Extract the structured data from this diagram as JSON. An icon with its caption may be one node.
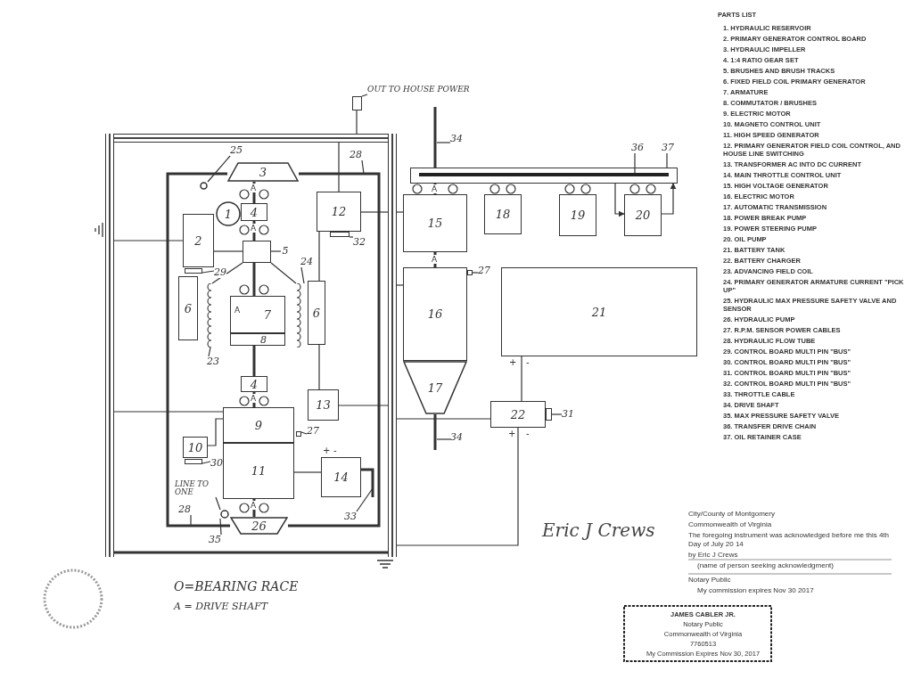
{
  "diagram": {
    "nodes": [
      {
        "text": [
          "3"
        ]
      },
      {
        "text": [
          "1"
        ]
      },
      {
        "text": [
          "4"
        ]
      },
      {
        "text": [
          "2"
        ]
      },
      {
        "text": [],
        "shape": "box"
      },
      {
        "text": [
          "6"
        ]
      },
      {
        "text": [
          "7"
        ]
      },
      {
        "text": [
          "8"
        ]
      },
      {
        "text": [
          "6"
        ]
      },
      {
        "text": [
          "12"
        ]
      },
      {
        "text": [
          "4"
        ]
      },
      {
        "text": [
          "9"
        ]
      },
      {
        "text": [
          "11"
        ]
      },
      {
        "text": [
          "10"
        ]
      },
      {
        "text": [
          "13"
        ]
      },
      {
        "text": [
          "14"
        ],
        "beside": [
          "+",
          "-"
        ]
      },
      {
        "text": [
          "26"
        ]
      },
      {
        "text": [
          "15"
        ]
      },
      {
        "text": [
          "16"
        ]
      },
      {
        "text": [
          "17"
        ]
      },
      {
        "text": [
          "18"
        ]
      },
      {
        "text": [
          "19"
        ]
      },
      {
        "text": [
          "20"
        ]
      },
      {
        "text": [
          "21"
        ],
        "beside": [
          "+",
          "-"
        ]
      },
      {
        "text": [
          "22"
        ],
        "beside": [
          "+",
          "-"
        ]
      },
      {
        "text": [],
        "shape": "box"
      },
      {
        "text": [
          "25"
        ]
      },
      {
        "text": [
          "5"
        ]
      },
      {
        "text": [
          "24"
        ]
      },
      {
        "text": [
          "23"
        ]
      },
      {
        "text": [
          "29"
        ]
      },
      {
        "text": [
          "32"
        ]
      },
      {
        "text": [
          "27"
        ]
      },
      {
        "text": [
          "27"
        ]
      },
      {
        "text": [
          "30"
        ]
      },
      {
        "text": [
          "31"
        ]
      },
      {
        "text": [
          "33"
        ]
      },
      {
        "text": [
          "34"
        ]
      },
      {
        "text": [
          "34"
        ]
      },
      {
        "text": [
          "36"
        ]
      },
      {
        "text": [
          "37"
        ]
      },
      {
        "text": [
          "28"
        ]
      },
      {
        "text": [
          "28"
        ]
      },
      {
        "text": [
          "35"
        ]
      },
      {
        "text": [
          "LINE TO ONE"
        ]
      },
      {
        "text": [
          "OUT TO HOUSE POWER"
        ]
      },
      {
        "text": [],
        "shape": "coil"
      },
      {
        "text": [],
        "shape": "coil"
      },
      {
        "text": [],
        "shape": "bar"
      },
      {
        "text": [],
        "shape": "bar"
      },
      {
        "text": [],
        "shape": "bar"
      },
      {
        "text": [],
        "shape": "box"
      },
      {
        "text": [],
        "shape": "box"
      },
      {
        "text": [],
        "shape": "box"
      },
      {
        "text": [],
        "shape": "box"
      },
      {
        "text": [],
        "shape": "box"
      },
      {
        "text": [],
        "shape": "box"
      },
      {
        "text": [],
        "shape": "box"
      },
      {
        "text": [],
        "shape": "circle"
      },
      {
        "text": [],
        "shape": "circle"
      },
      {
        "text": [],
        "shape": "bar",
        "in": 25
      }
    ],
    "edges": [
      {
        "from": 26,
        "to": 58,
        "arrow": "none"
      },
      {
        "from": 27,
        "to": 4,
        "arrow": "none"
      },
      {
        "from": 28,
        "to": 47,
        "arrow": "none"
      },
      {
        "from": 29,
        "to": 46,
        "arrow": "none"
      },
      {
        "from": 30,
        "to": 52,
        "arrow": "none"
      },
      {
        "from": 31,
        "to": 53,
        "arrow": "none"
      },
      {
        "from": 32,
        "to": 54,
        "arrow": "none"
      },
      {
        "from": 33,
        "to": 55,
        "arrow": "none"
      },
      {
        "from": 34,
        "to": 56,
        "arrow": "none"
      },
      {
        "from": 35,
        "to": 57,
        "arrow": "none"
      },
      {
        "from": 36,
        "to": null,
        "arrow": "none"
      },
      {
        "from": 37,
        "to": null,
        "arrow": "none"
      },
      {
        "from": 38,
        "to": null,
        "arrow": "none"
      },
      {
        "from": 39,
        "to": 60,
        "arrow": "none"
      },
      {
        "from": 40,
        "to": 25,
        "arrow": "none"
      },
      {
        "from": 41,
        "to": null,
        "arrow": "none"
      },
      {
        "from": 42,
        "to": null,
        "arrow": "none"
      },
      {
        "from": 43,
        "to": 59,
        "arrow": "none"
      },
      {
        "from": 44,
        "to": 59,
        "arrow": "none"
      },
      {
        "from": 45,
        "to": 51,
        "arrow": "none"
      },
      {
        "from": 3,
        "to": 4,
        "arrow": "none"
      },
      {
        "from": 9,
        "to": 50,
        "arrow": "none"
      },
      {
        "from": 13,
        "to": 11,
        "arrow": "none"
      },
      {
        "from": 15,
        "to": 12,
        "arrow": "none"
      },
      {
        "from": 14,
        "to": 50,
        "arrow": "none"
      },
      {
        "from": 23,
        "to": 24,
        "arrow": "none"
      },
      {
        "from": 25,
        "to": 22,
        "arrow": "to"
      },
      {
        "from": 22,
        "to": 25,
        "arrow": "to"
      },
      {
        "from": 8,
        "to": 9,
        "arrow": "none"
      },
      {
        "from": 14,
        "to": 8,
        "arrow": "none"
      },
      {
        "from": 16,
        "to": 0,
        "arrow": "none",
        "style": "thick"
      },
      {
        "from": 16,
        "to": 0,
        "arrow": "none",
        "style": "thick"
      },
      {
        "from": 15,
        "to": null,
        "arrow": "none",
        "style": "thick"
      },
      {
        "from": 48,
        "to": 3,
        "arrow": "none"
      },
      {
        "from": 48,
        "to": 11,
        "arrow": "none"
      },
      {
        "from": 50,
        "to": 18,
        "arrow": "none"
      },
      {
        "from": 9,
        "to": 49,
        "arrow": "none"
      },
      {
        "from": 24,
        "to": 50,
        "arrow": "none"
      },
      {
        "from": 49,
        "to": 51,
        "arrow": "none"
      },
      {
        "from": 4,
        "to": 46,
        "arrow": "none"
      },
      {
        "from": 4,
        "to": 47,
        "arrow": "none"
      },
      {
        "from": 48,
        "to": 50,
        "arrow": "none",
        "style": "thick"
      },
      {
        "from": 0,
        "to": 2,
        "arrow": "none",
        "style": "thick"
      },
      {
        "from": 2,
        "to": 4,
        "arrow": "none",
        "style": "thick"
      },
      {
        "from": 4,
        "to": 6,
        "arrow": "none",
        "style": "thick"
      },
      {
        "from": 7,
        "to": 10,
        "arrow": "none",
        "style": "thick"
      },
      {
        "from": 10,
        "to": 11,
        "arrow": "none",
        "style": "thick"
      },
      {
        "from": 12,
        "to": 16,
        "arrow": "none",
        "style": "thick"
      },
      {
        "from": null,
        "to": 25,
        "arrow": "none",
        "style": "thick"
      },
      {
        "from": 25,
        "to": 17,
        "arrow": "none",
        "style": "thick"
      },
      {
        "from": 17,
        "to": 18,
        "arrow": "none",
        "style": "thick"
      },
      {
        "from": 19,
        "to": null,
        "arrow": "none",
        "style": "thick"
      },
      {
        "from": 50,
        "to": 24,
        "arrow": "none"
      },
      {
        "from": 50,
        "to": 17,
        "arrow": "none"
      }
    ],
    "labels": [
      "PARTS LIST",
      "1. HYDRAULIC RESERVOIR",
      "2. PRIMARY GENERATOR CONTROL BOARD",
      "3. HYDRAULIC IMPELLER",
      "4. 1:4 RATIO GEAR SET",
      "5. BRUSHES AND BRUSH TRACKS",
      "6. FIXED FIELD COIL PRIMARY GENERATOR",
      "7. ARMATURE",
      "8. COMMUTATOR / BRUSHES",
      "9. ELECTRIC MOTOR",
      "10. MAGNETO CONTROL UNIT",
      "11. HIGH SPEED GENERATOR",
      "12. PRIMARY GENERATOR FIELD COIL CONTROL, AND HOUSE LINE SWITCHING",
      "13. TRANSFORMER AC INTO DC CURRENT",
      "14. MAIN THROTTLE CONTROL UNIT",
      "15. HIGH VOLTAGE GENERATOR",
      "16. ELECTRIC MOTOR",
      "17. AUTOMATIC TRANSMISSION",
      "18. POWER BREAK PUMP",
      "19. POWER STEERING PUMP",
      "20. OIL PUMP",
      "21. BATTERY TANK",
      "22. BATTERY CHARGER",
      "23. ADVANCING FIELD COIL",
      "24. PRIMARY GENERATOR ARMATURE CURRENT \"PICK UP\"",
      "25. HYDRAULIC MAX PRESSURE SAFETY VALVE AND SENSOR",
      "26. HYDRAULIC PUMP",
      "27. R.P.M. SENSOR POWER CABLES",
      "28. HYDRAULIC FLOW TUBE",
      "29. CONTROL BOARD MULTI PIN \"BUS\"",
      "30. CONTROL BOARD MULTI PIN \"BUS\"",
      "31. CONTROL BOARD MULTI PIN \"BUS\"",
      "32. CONTROL BOARD MULTI PIN \"BUS\"",
      "33. THROTTLE CABLE",
      "34. DRIVE SHAFT",
      "35. MAX PRESSURE SAFETY VALVE",
      "36. TRANSFER DRIVE CHAIN",
      "37. OIL RETAINER CASE",
      "A",
      "A",
      "A",
      "A",
      "A",
      "A",
      "A",
      "O=BEARING RACE",
      "A = DRIVE SHAFT",
      "Eric J Crews",
      "City/County of Montgomery",
      "Commonwealth of Virginia",
      "The foregoing instrument was acknowledged before me this 4th Day of July 20 14",
      "by Eric J Crews",
      "(name of person seeking acknowledgment)",
      "Notary Public",
      "My commission expires Nov 30 2017",
      "JAMES CABLER JR.",
      "Notary Public",
      "Commonwealth of Virginia",
      "7760513",
      "My Commission Expires Nov 30, 2017"
    ]
  }
}
